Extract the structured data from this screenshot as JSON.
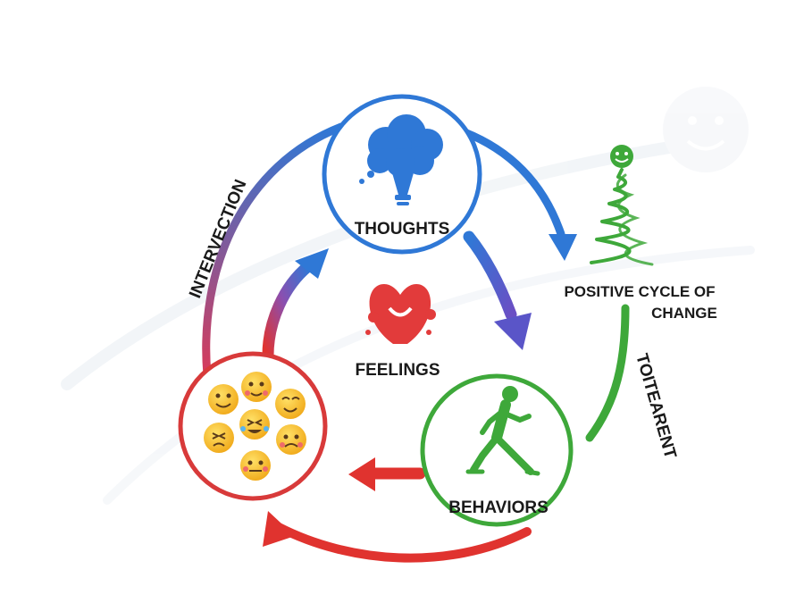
{
  "nodes": {
    "thoughts": {
      "label": "THOUGHTS",
      "color": "#2f78d6"
    },
    "behaviors": {
      "label": "BEHAVIORS",
      "color": "#3ea83a"
    },
    "emotions": {
      "color": "#d83a3a"
    }
  },
  "feelings": {
    "label": "FEELINGS",
    "color": "#e23b3b"
  },
  "positive_cycle": {
    "line1": "POSITIVE CYCLE OF",
    "line2": "CHANGE",
    "color": "#3ea83a"
  },
  "arcs": {
    "left_label": "INTERVECTION",
    "right_label": "TOITEARENT"
  },
  "colors": {
    "blue": "#2f78d6",
    "green": "#3ea83a",
    "red": "#e0332f",
    "purple": "#8a4fb0",
    "emoji": "#f5c518"
  },
  "icons": [
    "cloud-head-icon",
    "heart-icon",
    "walking-person-icon",
    "spring-smiley-icon",
    "emoji-face-icon"
  ]
}
